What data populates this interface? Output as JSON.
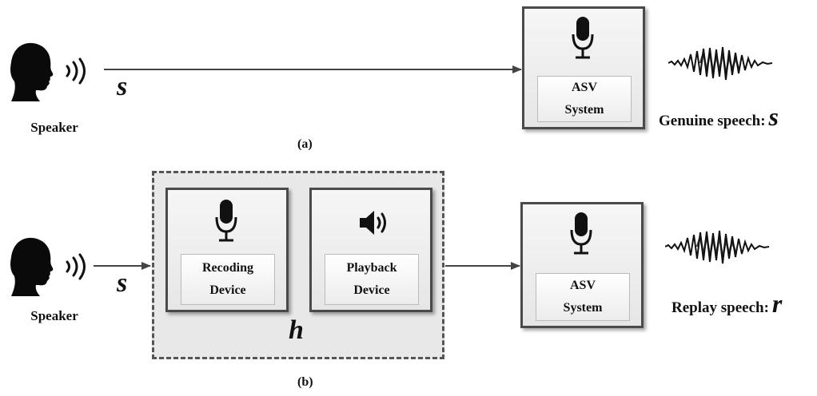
{
  "panel_a": {
    "label": "(a)",
    "speaker_label": "Speaker",
    "signal_symbol": "s",
    "asv_line1": "ASV",
    "asv_line2": "System",
    "output_label": "Genuine speech:",
    "output_symbol": "s"
  },
  "panel_b": {
    "label": "(b)",
    "speaker_label": "Speaker",
    "signal_symbol": "s",
    "channel_symbol": "h",
    "recording_line1": "Recoding",
    "recording_line2": "Device",
    "playback_line1": "Playback",
    "playback_line2": "Device",
    "asv_line1": "ASV",
    "asv_line2": "System",
    "output_label": "Replay speech:",
    "output_symbol": "r"
  },
  "colors": {
    "line": "#444444",
    "box_border": "#4a4a4a",
    "chain_fill": "#e8e8e8"
  },
  "icons": [
    "speaker-head-icon",
    "sound-waves-icon",
    "microphone-icon",
    "loudspeaker-icon",
    "waveform-icon"
  ]
}
